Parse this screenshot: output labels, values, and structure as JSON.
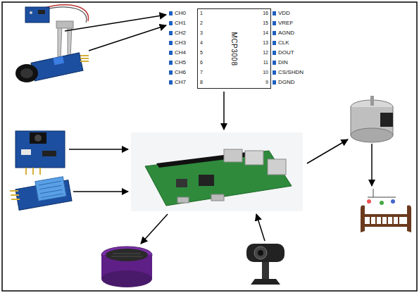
{
  "diagram": {
    "nodes": [
      {
        "text": [
          "MCP3008"
        ]
      }
    ],
    "labels": [
      "CH0",
      "1",
      "16",
      "VDD",
      "CH1",
      "2",
      "15",
      "VREF",
      "CH2",
      "3",
      "14",
      "AGND",
      "CH3",
      "4",
      "13",
      "CLK",
      "CH4",
      "5",
      "12",
      "DOUT",
      "CH5",
      "6",
      "11",
      "DIN",
      "CH6",
      "7",
      "10",
      "CS/SHDN",
      "CH7",
      "8",
      "9",
      "DGND"
    ]
  }
}
